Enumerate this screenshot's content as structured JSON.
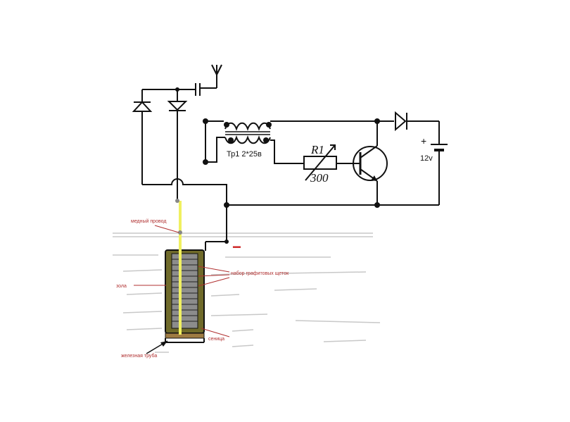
{
  "labels": {
    "transformer": "Тр1  2*25в",
    "resistor_name": "R1",
    "resistor_value": "300",
    "battery_plus": "+",
    "battery_voltage": "12v",
    "minus_mark": "−",
    "copper_wire": "медный провод",
    "ash": "зола",
    "graphite_brushes": "набор графитовых щеток",
    "sand": "сеница",
    "iron_pipe": "железная труба"
  },
  "colors": {
    "wire": "#111111",
    "electrode": "#f0f060",
    "pipe_fill": "#6f6a2a",
    "brush_fill": "#8c8c8c",
    "annotation": "#b03030",
    "minus": "#cc2222",
    "ground_hatch": "#c8c8c8"
  }
}
